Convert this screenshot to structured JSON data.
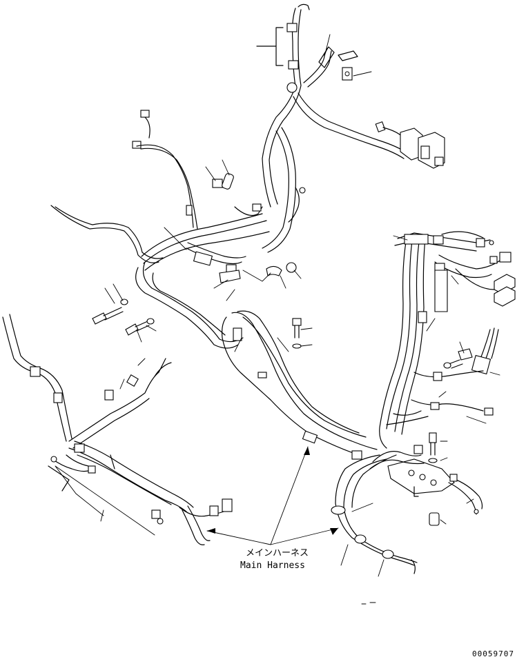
{
  "caption": {
    "japanese": "メインハーネス",
    "english": "Main Harness"
  },
  "drawing_number": "00059707",
  "icons": {
    "connector": "connector-icon",
    "clamp": "clamp-icon",
    "bolt": "bolt-icon",
    "washer": "washer-icon",
    "spacer": "spacer-icon",
    "terminal": "ring-terminal-icon"
  }
}
